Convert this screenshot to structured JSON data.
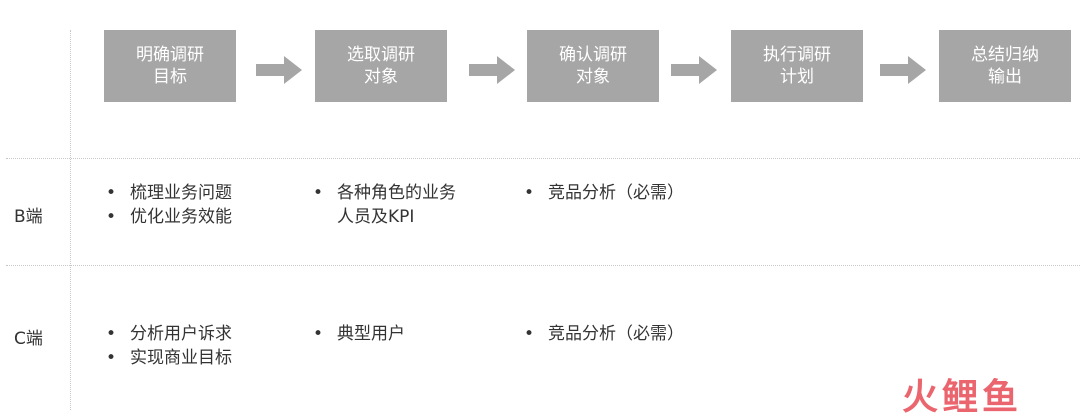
{
  "steps": [
    {
      "label": "明确调研\n目标"
    },
    {
      "label": "选取调研\n对象"
    },
    {
      "label": "确认调研\n对象"
    },
    {
      "label": "执行调研\n计划"
    },
    {
      "label": "总结归纳\n输出"
    }
  ],
  "rows": [
    {
      "label": "B端",
      "columns": [
        [
          "梳理业务问题",
          "优化业务效能"
        ],
        [
          "各种角色的业务",
          "人员及KPI"
        ],
        [
          "竞品分析（必需）"
        ]
      ]
    },
    {
      "label": "C端",
      "columns": [
        [
          "分析用户诉求",
          "实现商业目标"
        ],
        [
          "典型用户"
        ],
        [
          "竞品分析（必需）"
        ]
      ]
    }
  ],
  "watermark": {
    "text": "火鲤鱼"
  },
  "colors": {
    "step_box": "#a6a6a6",
    "arrow": "#a6a6a6",
    "watermark": "#e64a55"
  }
}
